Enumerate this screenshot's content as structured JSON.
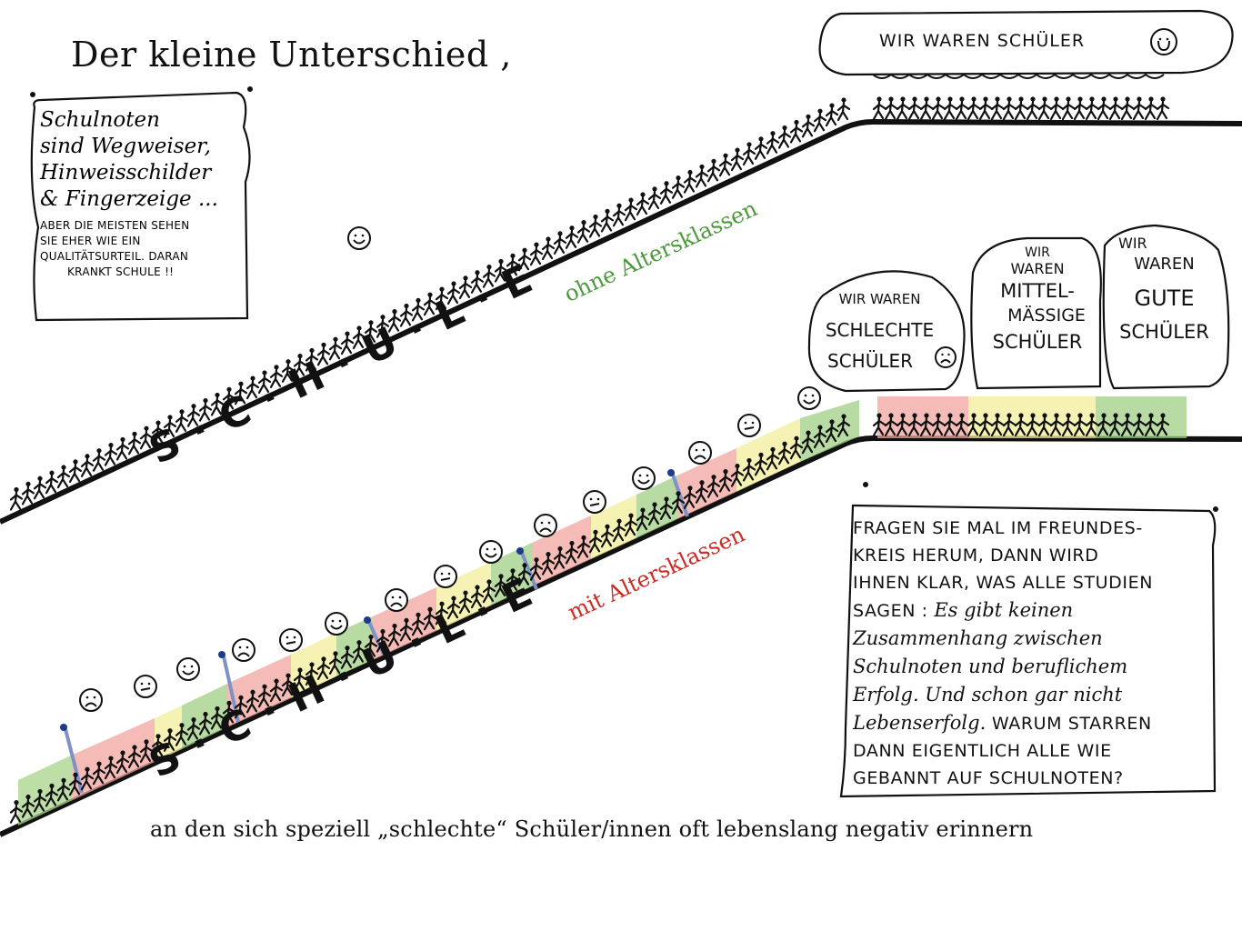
{
  "title": "Der kleine Unterschied ,",
  "caption": "an den sich speziell „schlechte“ Schüler/innen oft lebenslang negativ erinnern",
  "note_left": {
    "script_lines": [
      "Schulnoten",
      "sind Wegweiser,",
      "Hinweisschilder",
      "& Fingerzeige ..."
    ],
    "caps_lines": [
      "ABER DIE MEISTEN SEHEN",
      "SIE EHER WIE EIN",
      "QUALITÄTSURTEIL. DARAN",
      "KRANKT SCHULE !!"
    ],
    "face": "happy-face"
  },
  "upper_slope": {
    "label": "S·C·H·U·L·E",
    "annotation": "ohne Altersklassen",
    "annotation_color": "#4a9a3a",
    "bubble": {
      "text": "WIR WAREN SCHÜLER",
      "face": "happy-face"
    }
  },
  "lower_slope": {
    "label": "S·C·H·U·L·E",
    "annotation": "mit Altersklassen",
    "annotation_color": "#cc2a22",
    "segment_colors": {
      "green": "#9fcf84",
      "yellow": "#f3ee9c",
      "red": "#f2a6a0",
      "divider": "#7f92c8"
    },
    "faces": [
      "sad",
      "neutral",
      "happy",
      "sad",
      "neutral",
      "happy",
      "sad",
      "neutral",
      "happy",
      "sad",
      "neutral",
      "happy"
    ],
    "bubbles": [
      {
        "lines": [
          "WIR WAREN",
          "SCHLECHTE",
          "SCHÜLER"
        ],
        "face": "sad-face",
        "color": "red"
      },
      {
        "lines": [
          "WIR",
          "WAREN",
          "MITTEL-",
          "MÄSSIGE",
          "SCHÜLER"
        ],
        "color": "yellow"
      },
      {
        "lines": [
          "WIR",
          "WAREN",
          "GUTE",
          "SCHÜLER"
        ],
        "color": "green"
      }
    ]
  },
  "note_right": {
    "lines": [
      {
        "caps": "FRAGEN SIE MAL IM FREUNDES-"
      },
      {
        "caps": "KREIS HERUM, DANN WIRD"
      },
      {
        "caps": "IHNEN KLAR, WAS ALLE STUDIEN"
      },
      {
        "caps": "SAGEN :",
        "script": " Es gibt keinen"
      },
      {
        "script": "Zusammenhang zwischen"
      },
      {
        "script": "Schulnoten und beruflichem"
      },
      {
        "script": "Erfolg. Und schon gar nicht"
      },
      {
        "script": "Lebenserfolg.",
        "caps": " WARUM STARREN"
      },
      {
        "caps": "DANN EIGENTLICH ALLE WIE"
      },
      {
        "caps": "GEBANNT AUF SCHULNOTEN?"
      }
    ]
  }
}
